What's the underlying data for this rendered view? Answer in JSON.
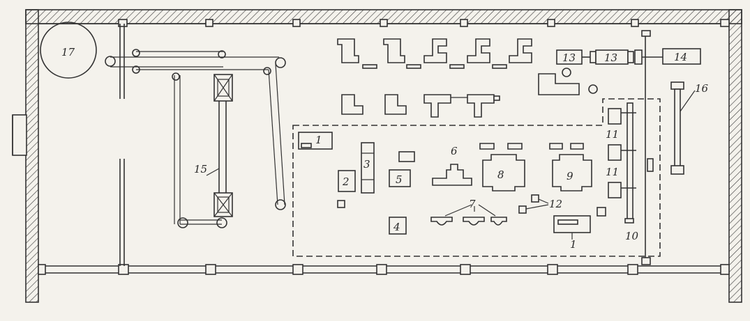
{
  "labels": {
    "n1": "1",
    "n2": "2",
    "n3": "3",
    "n4": "4",
    "n5": "5",
    "n6": "6",
    "n7": "7",
    "n8": "8",
    "n9": "9",
    "n10": "10",
    "n11": "11",
    "n12": "12",
    "n13": "13",
    "n14": "14",
    "n15": "15",
    "n16": "16",
    "n17": "17"
  },
  "colors": {
    "ink": "#333333",
    "paper": "#f4f2ec"
  }
}
